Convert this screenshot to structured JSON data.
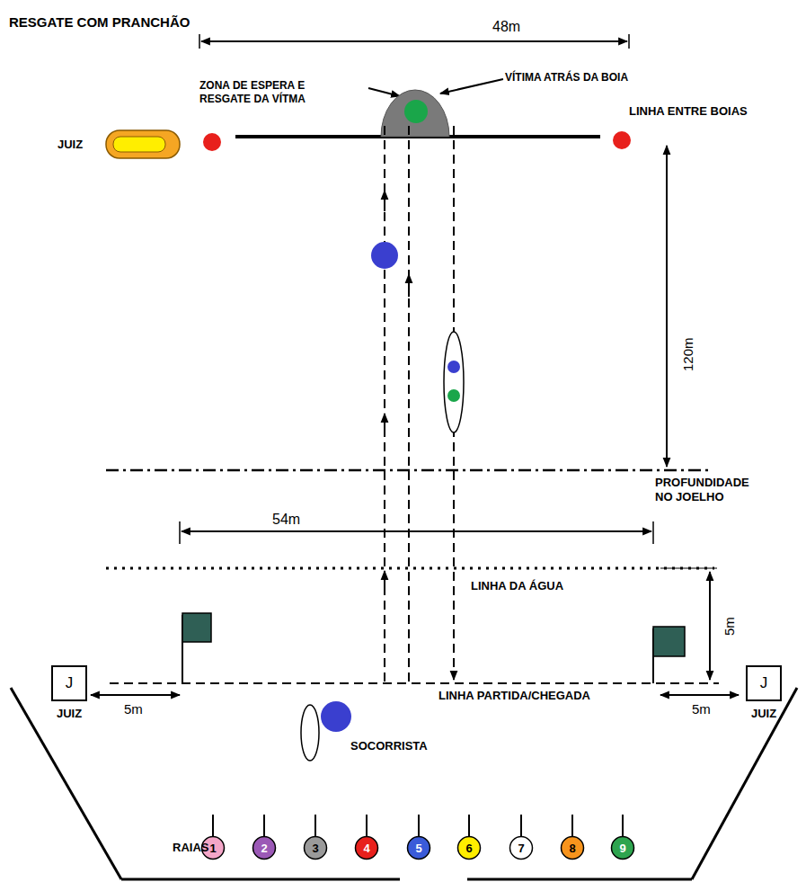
{
  "diagram": {
    "title": "RESGATE COM PRANCHÃO",
    "nodes": [
      {
        "text": [
          "J",
          "JUIZ"
        ]
      },
      {
        "text": [
          "J",
          "JUIZ"
        ]
      },
      {
        "text": [
          "1"
        ]
      },
      {
        "text": [
          "2"
        ]
      },
      {
        "text": [
          "3"
        ]
      },
      {
        "text": [
          "4"
        ]
      },
      {
        "text": [
          "5"
        ]
      },
      {
        "text": [
          "6"
        ]
      },
      {
        "text": [
          "7"
        ]
      },
      {
        "text": [
          "8"
        ]
      },
      {
        "text": [
          "9"
        ]
      }
    ],
    "labels": [
      "48m",
      "ZONA DE ESPERA E RESGATE DA VÍTMA",
      "VÍTIMA ATRÁS DA BOIA",
      "JUIZ",
      "LINHA ENTRE BOIAS",
      "120m",
      "PROFUNDIDADE NO JOELHO",
      "54m",
      "LINHA DA ÁGUA",
      "5m",
      "5m",
      "LINHA PARTIDA/CHEGADA",
      "5m",
      "SOCORRISTA",
      "RAIAS"
    ]
  }
}
